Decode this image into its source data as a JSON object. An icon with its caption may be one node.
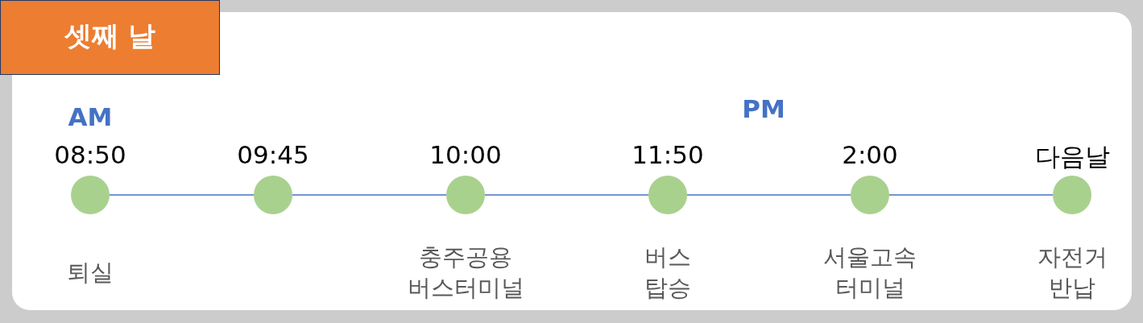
{
  "diagram": {
    "title": "셋째 날",
    "nodes": [
      {
        "text": [],
        "shape": "circle",
        "beside": [
          "08:50",
          "퇴실"
        ]
      },
      {
        "text": [],
        "shape": "circle",
        "beside": [
          "09:45"
        ]
      },
      {
        "text": [],
        "shape": "circle",
        "beside": [
          "10:00",
          "충주공용 버스터미널"
        ]
      },
      {
        "text": [],
        "shape": "circle",
        "beside": [
          "11:50",
          "버스 탑승"
        ]
      },
      {
        "text": [],
        "shape": "circle",
        "beside": [
          "2:00",
          "서울고속 터미널"
        ]
      },
      {
        "text": [],
        "shape": "circle",
        "beside": [
          "다음날",
          "자전거 반납"
        ]
      }
    ],
    "edges": [
      {
        "from": 0,
        "to": 1,
        "arrow": "none"
      },
      {
        "from": 1,
        "to": 2,
        "arrow": "none"
      },
      {
        "from": 2,
        "to": 3,
        "arrow": "none"
      },
      {
        "from": 3,
        "to": 4,
        "arrow": "none"
      },
      {
        "from": 4,
        "to": 5,
        "arrow": "none"
      }
    ],
    "labels": [
      "AM",
      "PM"
    ]
  }
}
